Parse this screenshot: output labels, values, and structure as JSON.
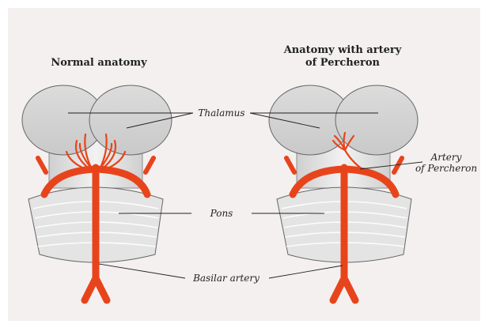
{
  "titles": {
    "left": "Normal anatomy",
    "right_line1": "Anatomy with artery",
    "right_line2": "of Percheron"
  },
  "labels": {
    "thalamus": "Thalamus",
    "pons": "Pons",
    "basilar": "Basilar artery",
    "artery_line1": "Artery",
    "artery_line2": "of Percheron"
  },
  "colors": {
    "artery": "#e8441c",
    "thalamus": "#d9d9d9",
    "pons": "#e4e4e4",
    "outline": "#555555",
    "background": "#f4f0f0"
  }
}
